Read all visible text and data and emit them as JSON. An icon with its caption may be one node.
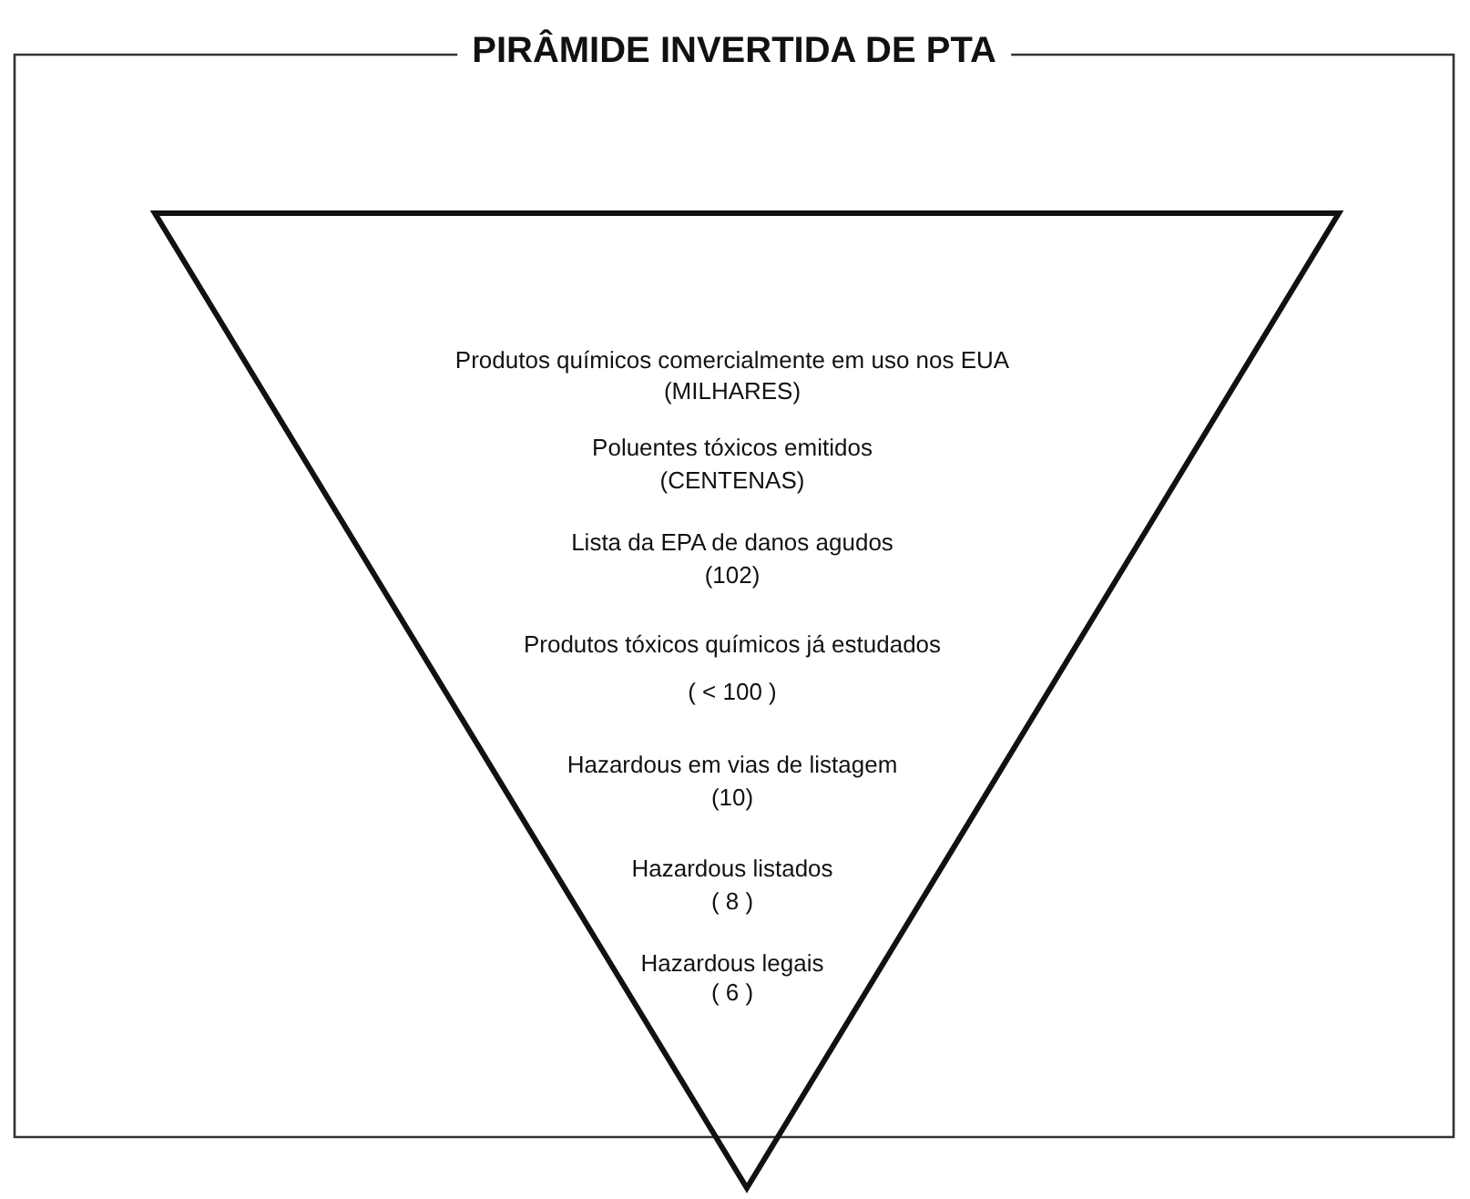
{
  "diagram": {
    "title": "PIRÂMIDE INVERTIDA DE PTA",
    "nodes": [
      {
        "text": [
          "Produtos químicos comercialmente em uso nos EUA",
          "(MILHARES)",
          "Poluentes tóxicos emitidos",
          "(CENTENAS)",
          "Lista da EPA de danos agudos",
          "(102)",
          "Produtos tóxicos químicos já estudados",
          "( < 100 )",
          "Hazardous em vias de listagem",
          "(10)",
          "Hazardous listados",
          "( 8 )",
          "Hazardous legais",
          "( 6 )"
        ]
      }
    ]
  }
}
